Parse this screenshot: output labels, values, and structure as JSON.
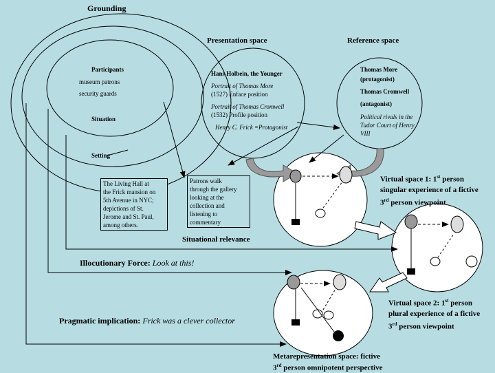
{
  "grounding": "Grounding",
  "presentation_space": "Presentation space",
  "reference_space": "Reference space",
  "participants": "Participants",
  "museum_patrons": "museum patrons",
  "security_guards": "security guards",
  "situation": "Situation",
  "setting": "Setting",
  "holbein": "Hans Holbein, the Younger",
  "portrait_more_title": "Portrait of Thomas More",
  "portrait_more_detail": "(1527) Enface position",
  "portrait_cromwell_title": "Portrait of Thomas Cromwell",
  "portrait_cromwell_detail": "(1532) Profile position",
  "frick_protagonist": "Henry C. Frick =Protagonist",
  "thomas_more": "Thomas More",
  "protagonist": "(protagonist)",
  "thomas_cromwell": "Thomas Cromwell",
  "antagonist": "(antagonist)",
  "rivals_line1": "Political rivals in the",
  "rivals_line2": "Tudor Court of Henry",
  "rivals_line3": "VIII",
  "living_hall": [
    "The Living Hall at",
    "the Frick mansion on",
    "5th Avenue in NYC;",
    "depictions of St.",
    "Jerome and St. Paul,",
    "among others."
  ],
  "patrons_walk": [
    "Patrons walk",
    "through the gallery",
    "looking at the",
    "collection and",
    "listening to",
    "commentary"
  ],
  "situational_relevance": "Situational relevance",
  "illocutionary_label": "Illocutionary Force:",
  "illocutionary_value": "Look at this!",
  "pragmatic_label": "Pragmatic implication:",
  "pragmatic_value": "Frick was a clever collector",
  "virtual1": {
    "line1_a": "Virtual space 1: 1",
    "line1_sup": "st",
    "line1_b": " person",
    "line2": "singular experience of a fictive",
    "line3_a": "3",
    "line3_sup": "rd",
    "line3_b": " person viewpoint"
  },
  "virtual2": {
    "line1_a": "Virtual space 2: 1",
    "line1_sup": "st",
    "line1_b": " person",
    "line2": "plural experience of a fictive",
    "line3_a": "3",
    "line3_sup": "rd",
    "line3_b": " person viewpoint"
  },
  "metarep": {
    "line1": "Metarepresentation space: fictive",
    "line2_a": "3",
    "line2_sup": "rd",
    "line2_b": " person omnipotent perspective"
  }
}
